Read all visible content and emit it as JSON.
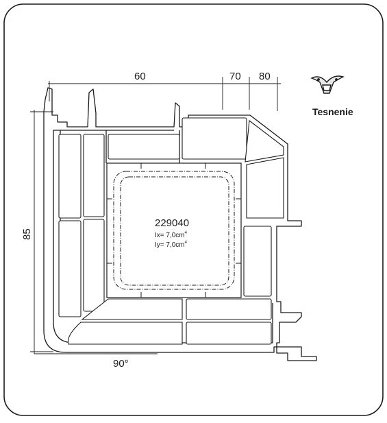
{
  "dimensions": {
    "top_left": "60",
    "top_mid": "70",
    "top_right": "80",
    "left": "85",
    "bottom": "90°"
  },
  "profile": {
    "code": "229040",
    "ix_label": "Ix=",
    "ix_value": "7,0cm",
    "iy_label": "Iy=",
    "iy_value": "7,0cm",
    "exponent": "4"
  },
  "legend": {
    "label": "Tesnenie",
    "icon": "gasket-icon"
  },
  "colors": {
    "line": "#1a1a1a",
    "background": "#ffffff"
  }
}
